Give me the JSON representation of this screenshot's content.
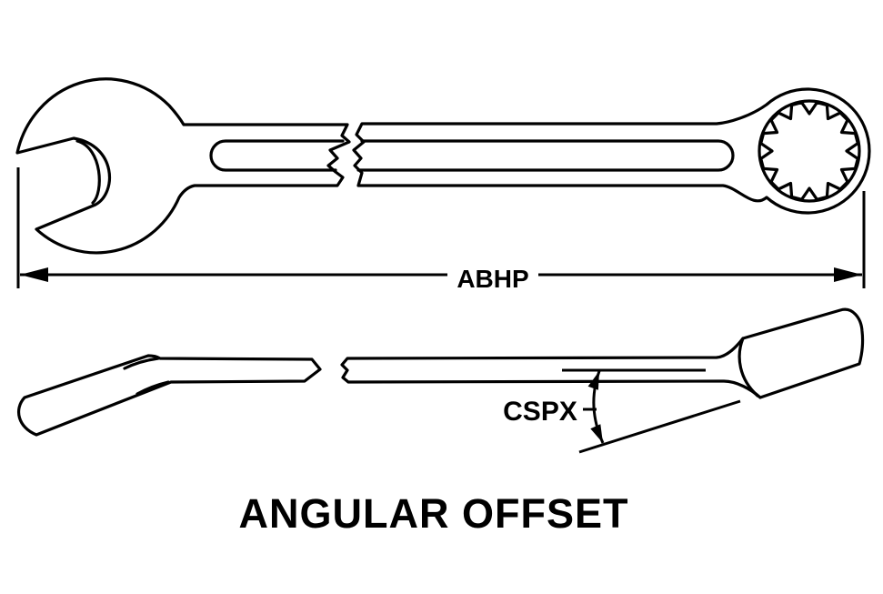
{
  "figure": {
    "caption": "ANGULAR OFFSET",
    "labels": {
      "length_dimension": "ABHP",
      "angle_dimension": "CSPX"
    },
    "colors": {
      "line": "#000000",
      "background": "#ffffff"
    }
  }
}
